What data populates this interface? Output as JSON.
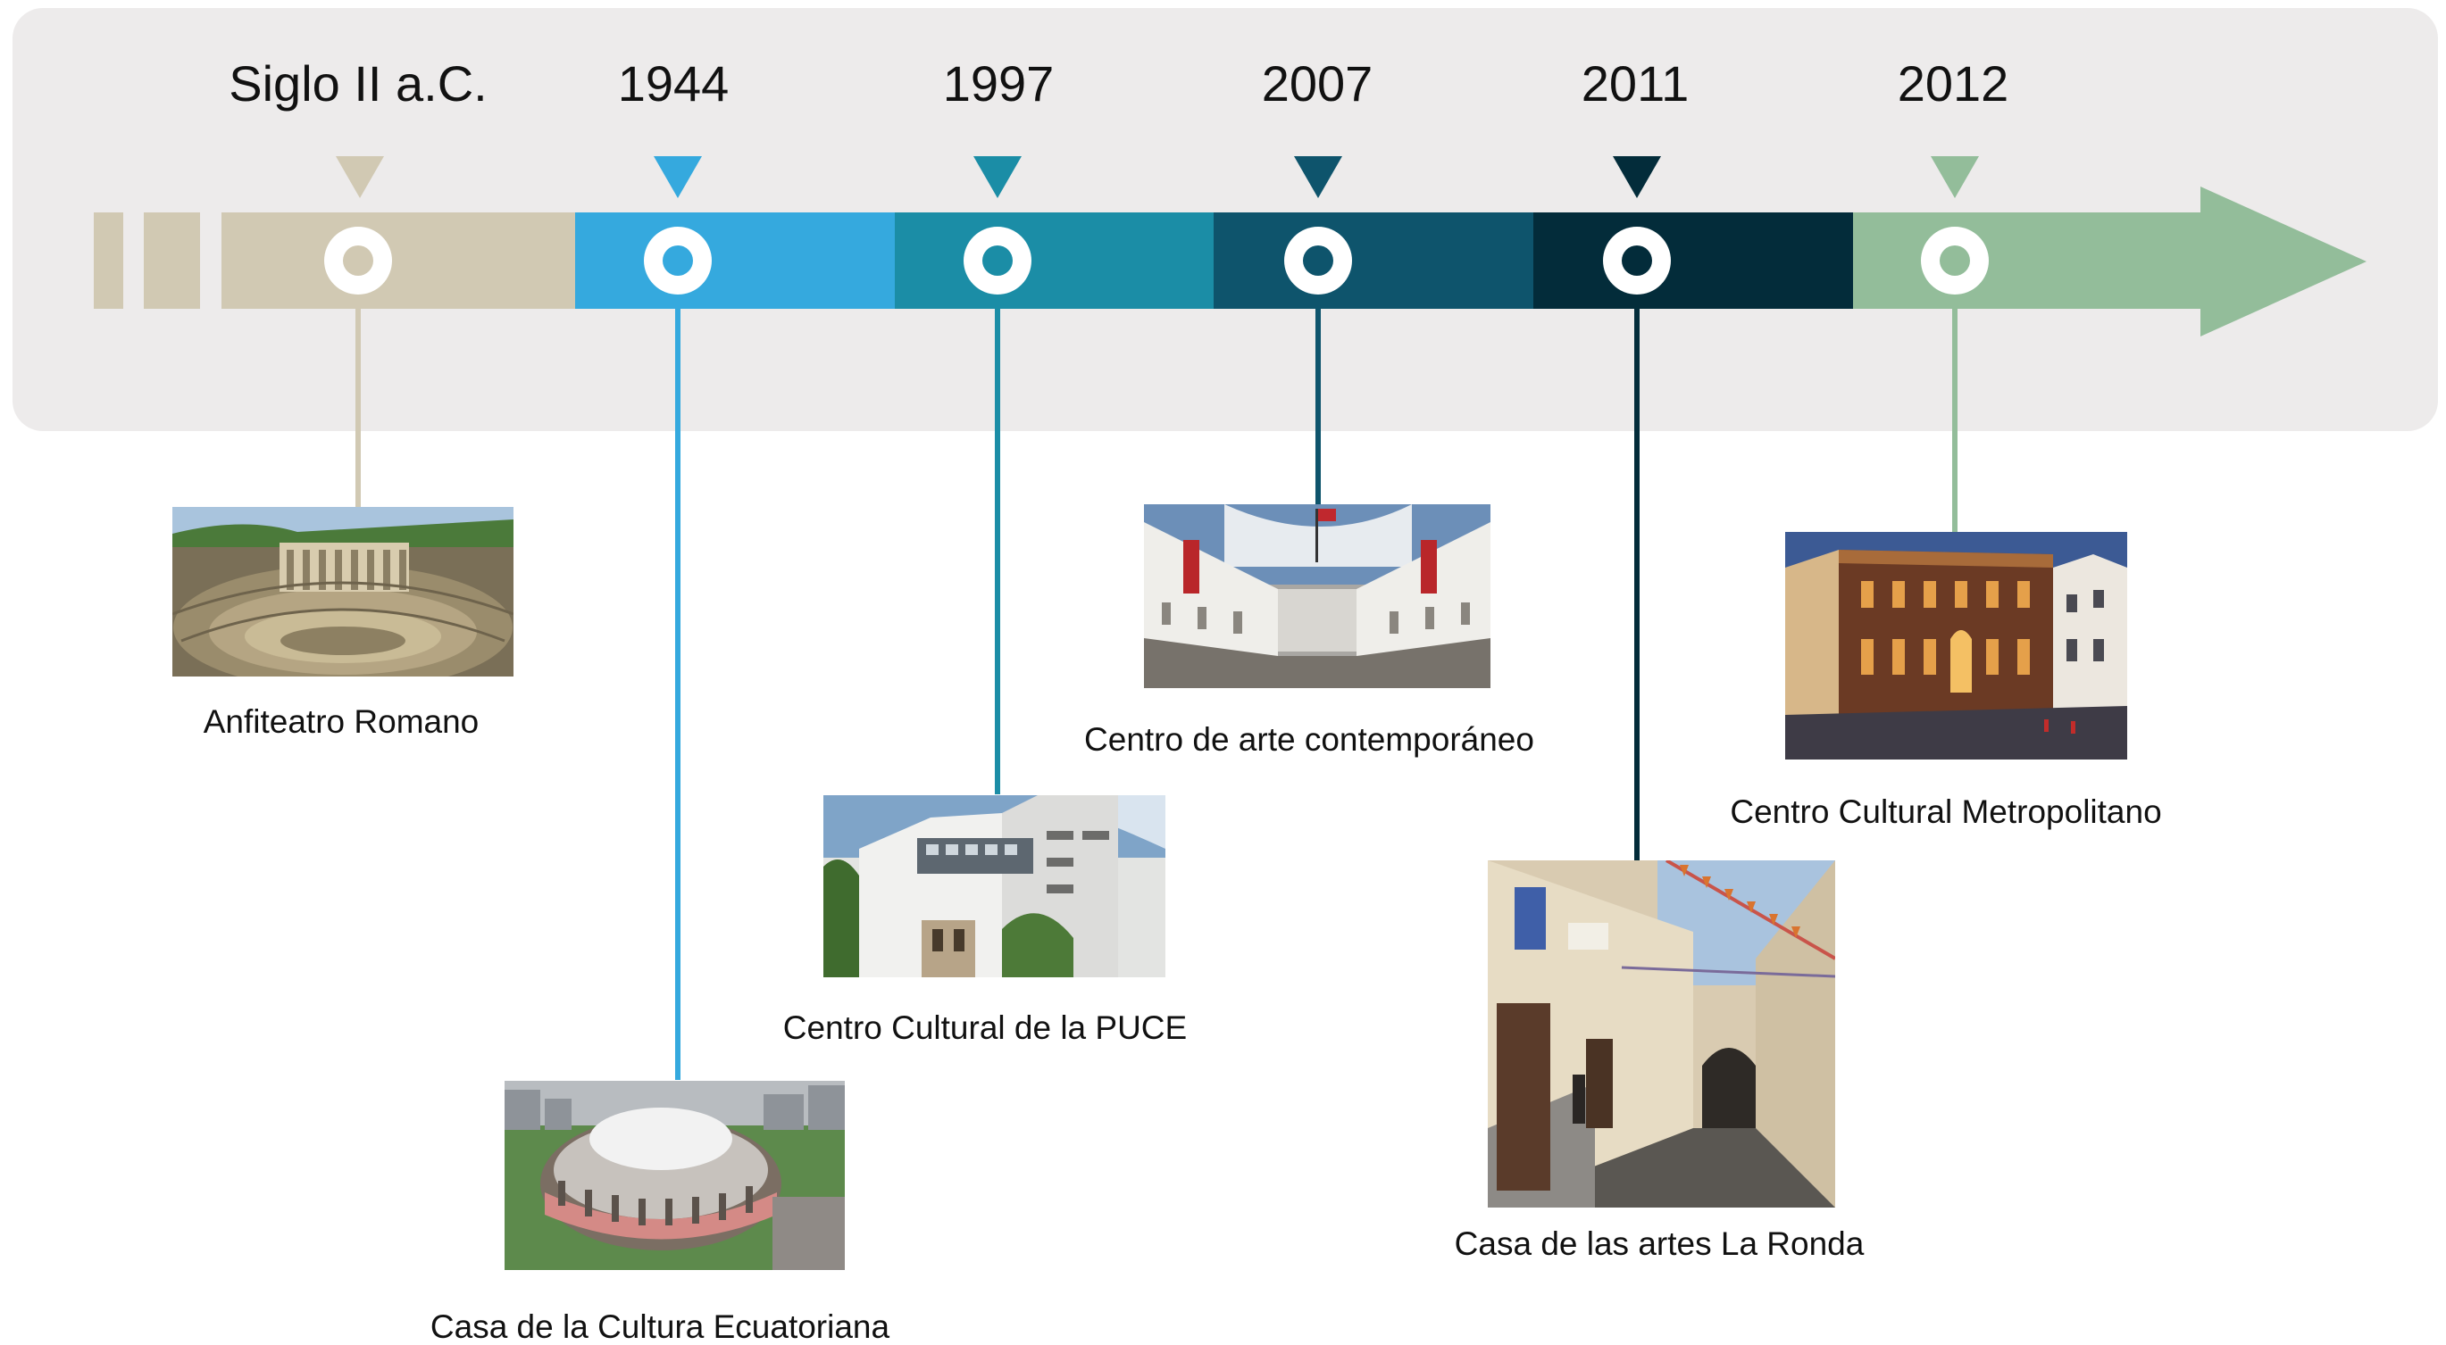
{
  "timeline": {
    "colors": {
      "panel": "#edebeb",
      "siglo": "#d1c9b3",
      "y1944": "#35a9de",
      "y1997": "#1b8da6",
      "y2007": "#0e546c",
      "y2011": "#032c3a",
      "y2012": "#93bd9a"
    },
    "events": [
      {
        "year": "Siglo II a.C.",
        "caption": "Anfiteatro Romano",
        "color": "#d1c9b3",
        "photo_icon": "roman-amphitheater-photo"
      },
      {
        "year": "1944",
        "caption": "Casa de la Cultura Ecuatoriana",
        "color": "#35a9de",
        "photo_icon": "casa-cultura-building-photo"
      },
      {
        "year": "1997",
        "caption": "Centro Cultural de la PUCE",
        "color": "#1b8da6",
        "photo_icon": "puce-building-photo"
      },
      {
        "year": "2007",
        "caption": "Centro de arte contemporáneo",
        "color": "#0e546c",
        "photo_icon": "arte-contemporaneo-courtyard-photo"
      },
      {
        "year": "2011",
        "caption": "Casa de las artes La Ronda",
        "color": "#032c3a",
        "photo_icon": "la-ronda-street-photo"
      },
      {
        "year": "2012",
        "caption": "Centro Cultural Metropolitano",
        "color": "#93bd9a",
        "photo_icon": "metropolitano-building-photo"
      }
    ]
  }
}
